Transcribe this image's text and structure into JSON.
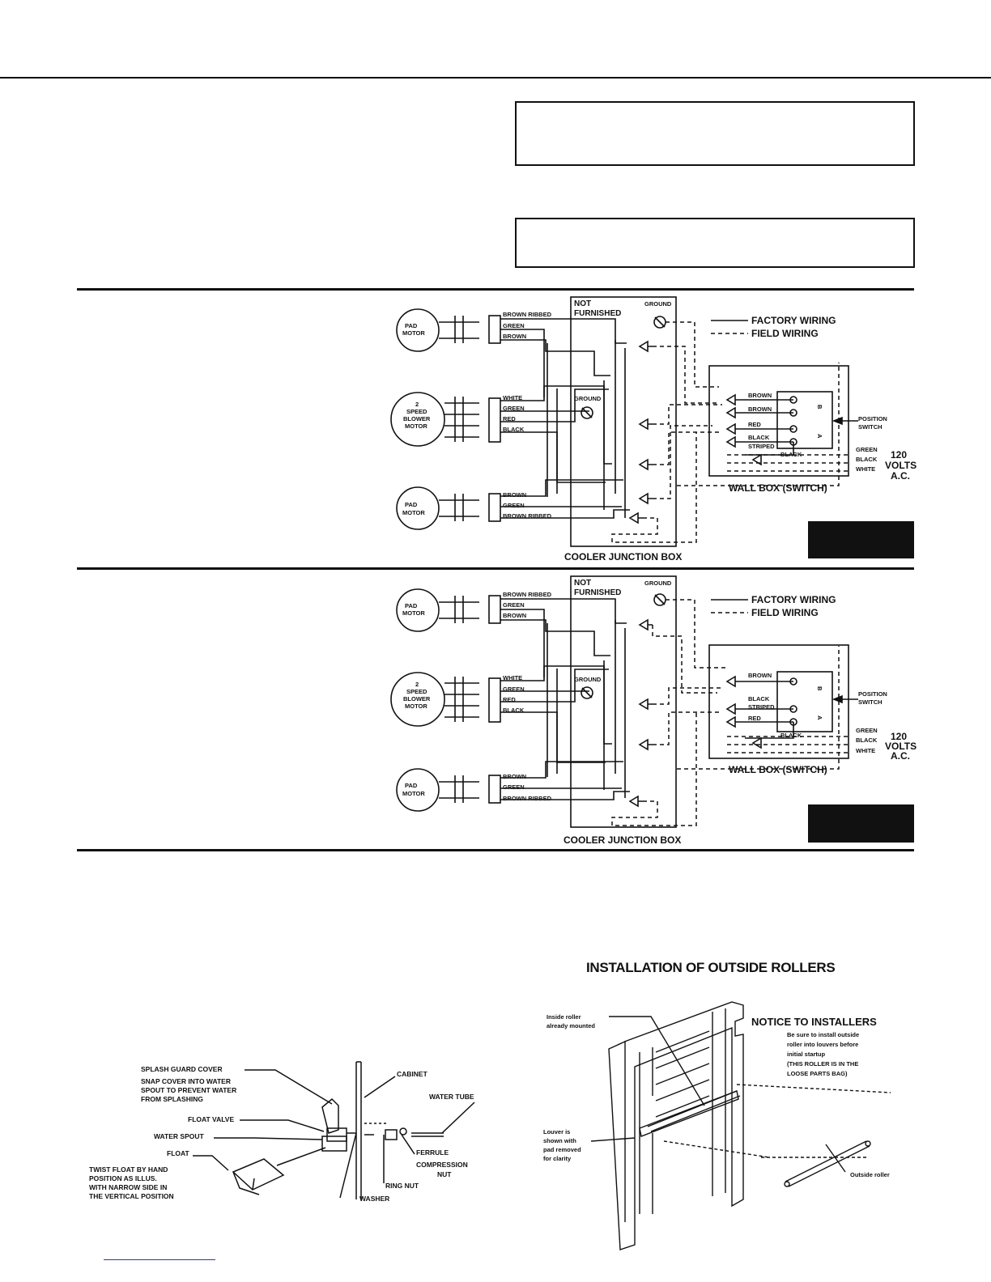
{
  "diagram_labels": {
    "pad_motor": "PAD\nMOTOR",
    "blower_motor": "2\nSPEED\nBLOWER\nMOTOR",
    "not_furnished": "NOT\nFURNISHED",
    "ground": "GROUND",
    "factory_wiring": "FACTORY WIRING",
    "field_wiring": "FIELD WIRING",
    "position_switch": "POSITION\nSWITCH",
    "wall_box": "WALL BOX (SWITCH)",
    "volts": "120\nVOLTS\nA.C.",
    "junction_box": "COOLER JUNCTION BOX",
    "wire_brown_ribbed": "BROWN RIBBED",
    "wire_green": "GREEN",
    "wire_brown": "BROWN",
    "wire_white": "WHITE",
    "wire_red": "RED",
    "wire_black": "BLACK",
    "wire_striped": "STRIPED",
    "wire_black_striped": "BLACK\nSTRIPED",
    "switch_a": "A",
    "switch_b": "B"
  },
  "float_diagram": {
    "splash_guard": "SPLASH GUARD COVER",
    "snap_cover": "SNAP COVER INTO WATER\nSPOUT TO PREVENT WATER\nFROM SPLASHING",
    "float_valve": "FLOAT VALVE",
    "water_spout": "WATER SPOUT",
    "float": "FLOAT",
    "twist_float": "TWIST FLOAT BY HAND\nPOSITION AS ILLUS.\nWITH NARROW SIDE IN\nTHE VERTICAL POSITION",
    "cabinet": "CABINET",
    "water_tube": "WATER TUBE",
    "ferrule": "FERRULE",
    "compression_nut": "COMPRESSION\nNUT",
    "ring_nut": "RING NUT",
    "washer": "WASHER"
  },
  "roller_diagram": {
    "heading": "INSTALLATION OF OUTSIDE ROLLERS",
    "notice_title": "NOTICE TO INSTALLERS",
    "notice_text": "Be sure to install outside\nroller into louvers before\ninitial startup\n(THIS ROLLER IS IN THE\nLOOSE PARTS BAG)",
    "inside_roller": "Inside roller\nalready mounted",
    "louver_note": "Louver is\nshown with\npad removed\nfor clarity",
    "outside_roller": "Outside roller"
  }
}
